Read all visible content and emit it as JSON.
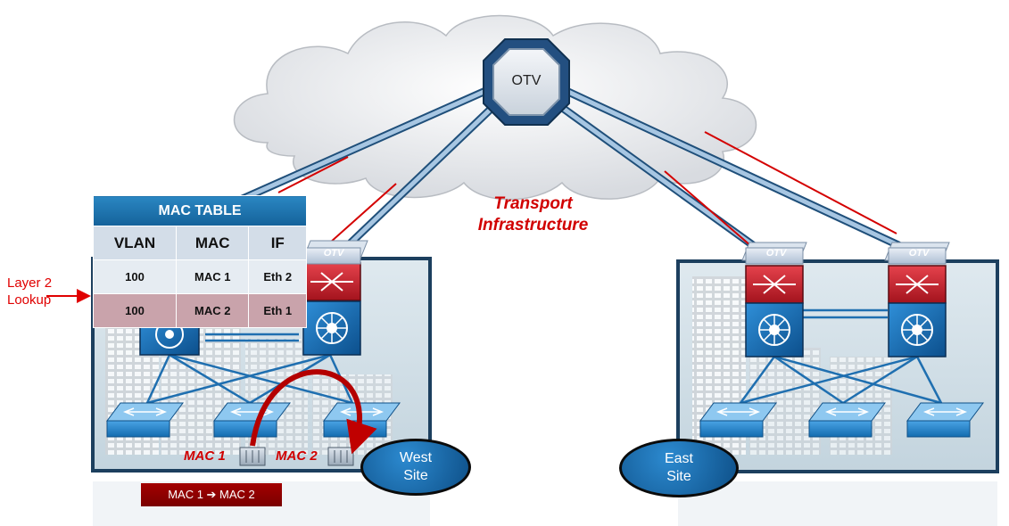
{
  "cloud": {
    "label": "OTV"
  },
  "transport": {
    "line1": "Transport",
    "line2": "Infrastructure"
  },
  "mac_table": {
    "title": "MAC TABLE",
    "headers": [
      "VLAN",
      "MAC",
      "IF"
    ],
    "rows": [
      {
        "vlan": "100",
        "mac": "MAC 1",
        "if": "Eth 2"
      },
      {
        "vlan": "100",
        "mac": "MAC 2",
        "if": "Eth 1"
      }
    ]
  },
  "lookup": {
    "line1": "Layer 2",
    "line2": "Lookup"
  },
  "edge_badge": "OTV",
  "west": {
    "line1": "West",
    "line2": "Site"
  },
  "east": {
    "line1": "East",
    "line2": "Site"
  },
  "hosts": {
    "mac1": "MAC 1",
    "mac2": "MAC 2"
  },
  "frame": {
    "text": "MAC 1 ➔ MAC 2"
  },
  "colors": {
    "link_blue": "#1f6fb0",
    "link_red": "#d40000",
    "router_blue": "#1a6fb6",
    "switch_red": "#c81e2c"
  }
}
